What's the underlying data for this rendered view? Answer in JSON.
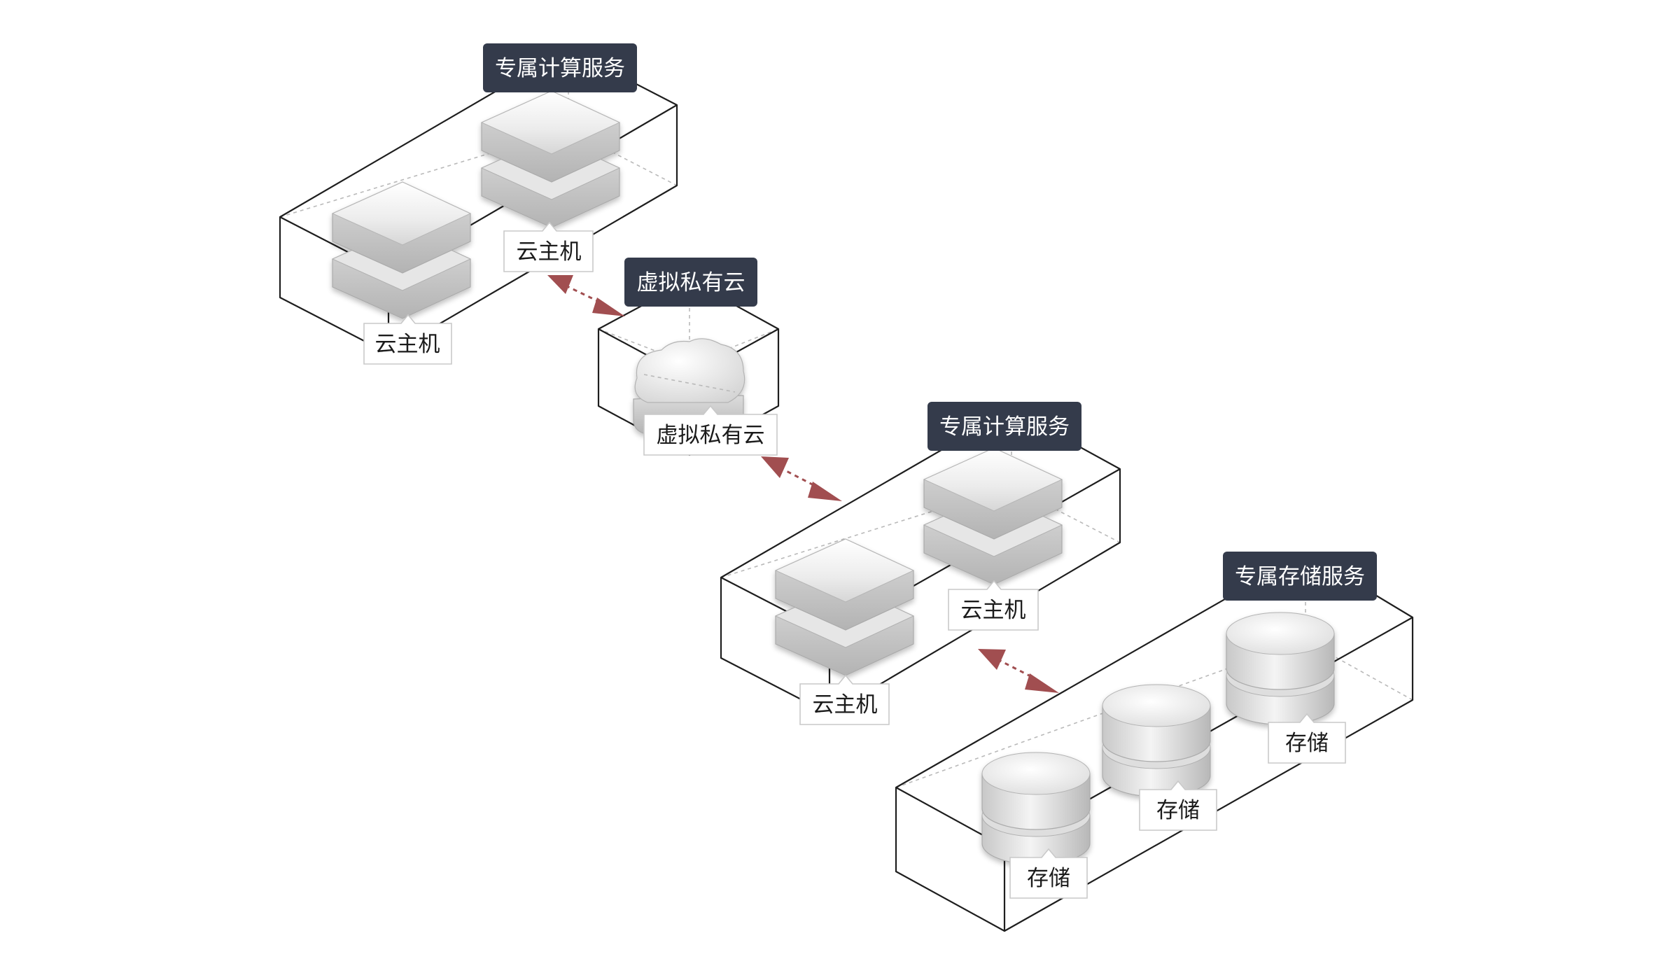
{
  "groups": {
    "compute_a": "专属计算服务",
    "vpc": "虚拟私有云",
    "compute_b": "专属计算服务",
    "storage": "专属存储服务"
  },
  "nodes": {
    "compute_a_1": "云主机",
    "compute_a_2": "云主机",
    "vpc_1": "虚拟私有云",
    "compute_b_1": "云主机",
    "compute_b_2": "云主机",
    "storage_1": "存储",
    "storage_2": "存储",
    "storage_3": "存储"
  },
  "colors": {
    "group_label_bg": "#343b4b",
    "connector": "#a14e50",
    "box_outline": "#1e1e1e"
  },
  "connections": [
    {
      "from": "compute_a",
      "to": "vpc"
    },
    {
      "from": "vpc",
      "to": "compute_b"
    },
    {
      "from": "compute_b",
      "to": "storage"
    }
  ]
}
